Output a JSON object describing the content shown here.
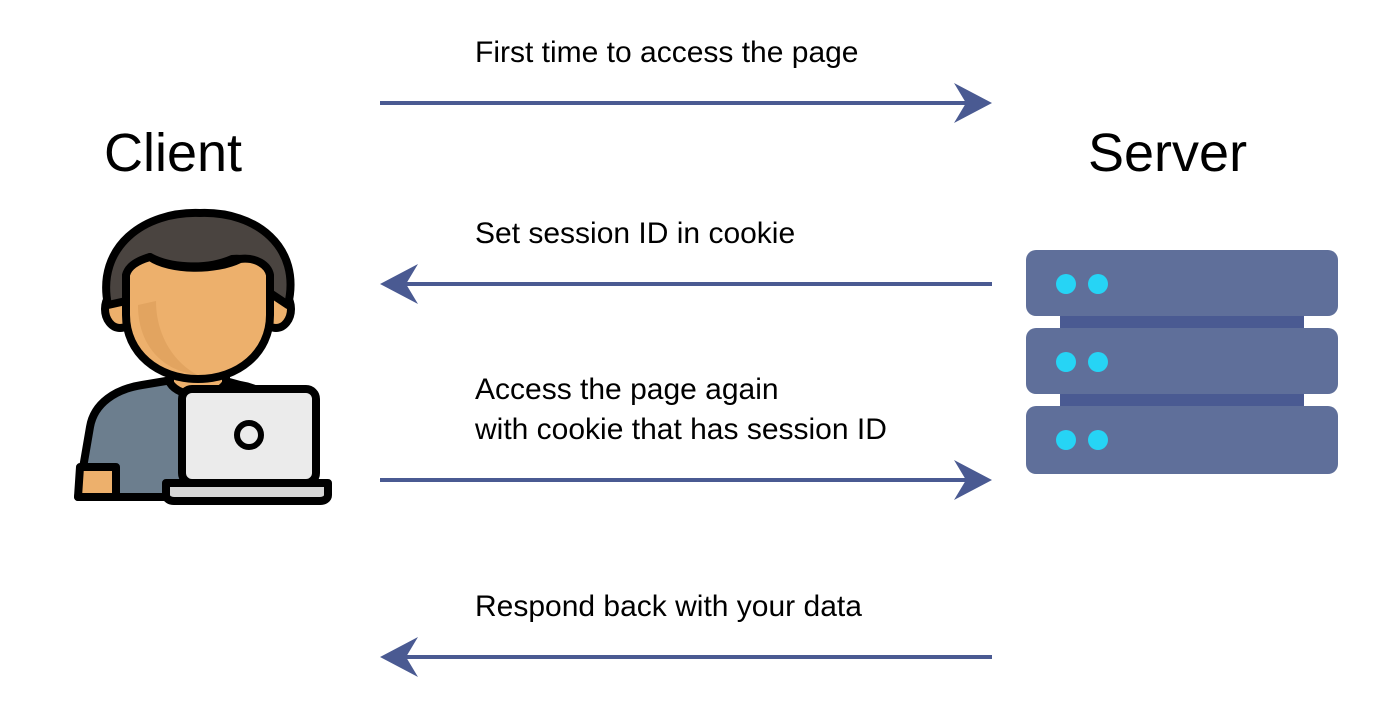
{
  "client": {
    "title": "Client",
    "icon": "person-with-laptop-icon"
  },
  "server": {
    "title": "Server",
    "icon": "server-rack-icon"
  },
  "steps": [
    {
      "label": "First time to access the page",
      "direction": "client-to-server"
    },
    {
      "label": "Set session ID in cookie",
      "direction": "server-to-client"
    },
    {
      "label_line1": "Access the page again",
      "label_line2": "with cookie that has session ID",
      "direction": "client-to-server"
    },
    {
      "label": "Respond back with your data",
      "direction": "server-to-client"
    }
  ],
  "colors": {
    "arrow": "#4a5a92",
    "server_body": "#5f6f9a",
    "server_led": "#26d4f5",
    "skin": "#edb06c",
    "hair": "#4a4440",
    "shirt": "#6c7e8e",
    "laptop": "#ebebeb"
  }
}
